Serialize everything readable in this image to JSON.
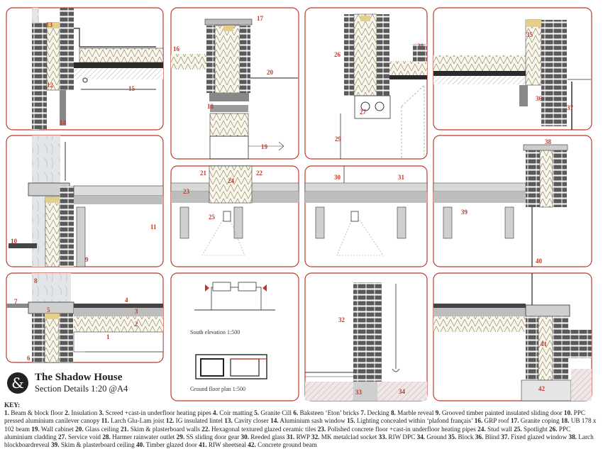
{
  "title": "The Shadow House",
  "subtitle": "Section Details 1:20 @A4",
  "logo_glyph": "&",
  "captions": {
    "south_elevation": "South elevation 1:500",
    "ground_floor_plan": "Ground floor plan 1:500"
  },
  "key_heading": "KEY:",
  "key": [
    {
      "n": "1.",
      "t": "Beam & block floor"
    },
    {
      "n": "2.",
      "t": "Insulation"
    },
    {
      "n": "3.",
      "t": "Screed +cast-in underfloor heating pipes"
    },
    {
      "n": "4.",
      "t": "Coir matting"
    },
    {
      "n": "5.",
      "t": "Granite Cill"
    },
    {
      "n": "6.",
      "t": "Baksteen ‘Eton’ bricks"
    },
    {
      "n": "7.",
      "t": "Decking"
    },
    {
      "n": "8.",
      "t": "Marble reveal"
    },
    {
      "n": "9.",
      "t": "Grooved timber painted insulated sliding door"
    },
    {
      "n": "10.",
      "t": "PPC pressed aluminium canilever canopy"
    },
    {
      "n": "11.",
      "t": "Larch Glu-Lam joist"
    },
    {
      "n": "12.",
      "t": "IG insulated lintel"
    },
    {
      "n": "13.",
      "t": "Cavity closer"
    },
    {
      "n": "14.",
      "t": "Aluminium sash window"
    },
    {
      "n": "15.",
      "t": "Lighting concealed within ‘plafond français’"
    },
    {
      "n": "16.",
      "t": "GRP roof"
    },
    {
      "n": "17.",
      "t": "Granite coping"
    },
    {
      "n": "18.",
      "t": "UB 178 x 102 beam"
    },
    {
      "n": "19.",
      "t": "Wall cabinet"
    },
    {
      "n": "20.",
      "t": "Glass ceiling"
    },
    {
      "n": "21.",
      "t": "Skim & plasterboard walls"
    },
    {
      "n": "22.",
      "t": "Hexagonal textured glazed ceramic tiles"
    },
    {
      "n": "23.",
      "t": "Polished concrete floor +cast-in underfloor heating pipes"
    },
    {
      "n": "24.",
      "t": "Stud wall"
    },
    {
      "n": "25.",
      "t": "Spotlight"
    },
    {
      "n": "26.",
      "t": "PPC aluminium cladding"
    },
    {
      "n": "27.",
      "t": "Service void"
    },
    {
      "n": "28.",
      "t": "Harmer rainwater outlet"
    },
    {
      "n": "29.",
      "t": "SS sliding door gear"
    },
    {
      "n": "30.",
      "t": "Reeded glass"
    },
    {
      "n": "31.",
      "t": "RWP"
    },
    {
      "n": "32.",
      "t": "MK metalclad socket"
    },
    {
      "n": "33.",
      "t": "RIW DPC"
    },
    {
      "n": "34.",
      "t": "Ground"
    },
    {
      "n": "35.",
      "t": "Block"
    },
    {
      "n": "36.",
      "t": "Blind"
    },
    {
      "n": "37.",
      "t": "Fixed glazed window"
    },
    {
      "n": "38.",
      "t": "Larch blockboardreveal"
    },
    {
      "n": "39.",
      "t": "Skim & plasterboard ceiling"
    },
    {
      "n": "40.",
      "t": "Timber glazed door"
    },
    {
      "n": "41.",
      "t": "RIW sheetseal"
    },
    {
      "n": "42.",
      "t": "Concrete ground beam"
    }
  ],
  "labels": [
    "1",
    "2",
    "3",
    "4",
    "5",
    "6",
    "7",
    "8",
    "9",
    "10",
    "11",
    "12",
    "13",
    "14",
    "15",
    "16",
    "17",
    "18",
    "19",
    "20",
    "21",
    "22",
    "23",
    "24",
    "25",
    "26",
    "27",
    "28",
    "29",
    "30",
    "31",
    "32",
    "33",
    "34",
    "35",
    "36",
    "37",
    "38",
    "39",
    "40",
    "41",
    "42"
  ],
  "colors": {
    "accent": "#c0392b",
    "ink": "#222222",
    "brick": "#555555",
    "insulation": "#f4e9c4",
    "concrete": "#bdbdbd"
  }
}
